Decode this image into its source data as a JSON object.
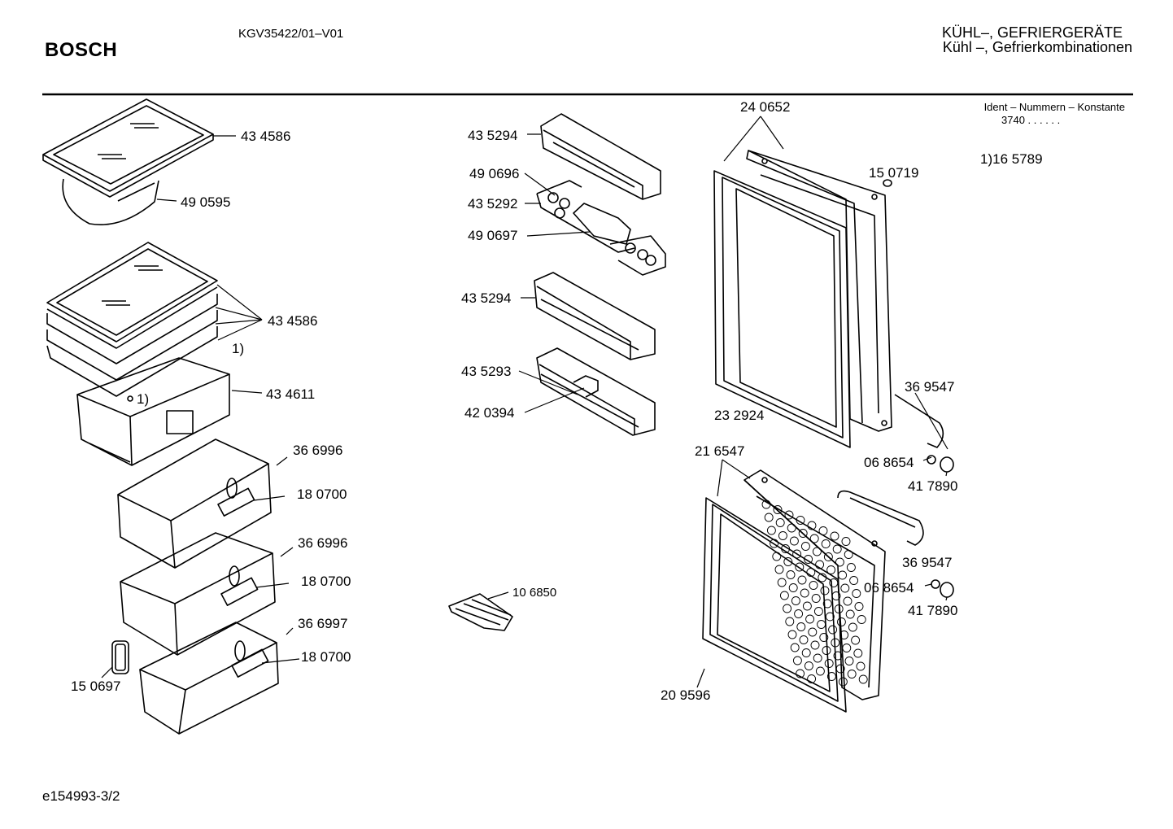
{
  "header": {
    "brand": "BOSCH",
    "model": "KGV35422/01–V01",
    "category_line1": "KÜHL–, GEFRIERGERÄTE",
    "category_line2": "Kühl –, Gefrierkombinationen"
  },
  "ident": {
    "title": "Ident – Nummern – Konstante",
    "value": "3740  .  .    .  .  .  .",
    "note": "1)16 5789"
  },
  "footer": {
    "doc_id": "e154993-3/2"
  },
  "labels": {
    "p434586_top": "43 4586",
    "p490595": "49 0595",
    "p434586_mid": "43 4586",
    "note1_a": "1)",
    "p434611": "43 4611",
    "note1_b": "1)",
    "p366996_a": "36 6996",
    "p180700_a": "18 0700",
    "p366996_b": "36 6996",
    "p180700_b": "18 0700",
    "p366997": "36 6997",
    "p180700_c": "18 0700",
    "p150697": "15 0697",
    "p435294_a": "43 5294",
    "p490696": "49 0696",
    "p435292": "43 5292",
    "p490697": "49 0697",
    "p435294_b": "43 5294",
    "p435293": "43 5293",
    "p420394": "42 0394",
    "p106850": "10 6850",
    "p240652": "24 0652",
    "p150719": "15 0719",
    "p232924": "23 2924",
    "p369547_a": "36 9547",
    "p068654_a": "06 8654",
    "p417890_a": "41 7890",
    "p216547": "21 6547",
    "p369547_b": "36 9547",
    "p068654_b": "06 8654",
    "p417890_b": "41 7890",
    "p209596": "20 9596"
  }
}
